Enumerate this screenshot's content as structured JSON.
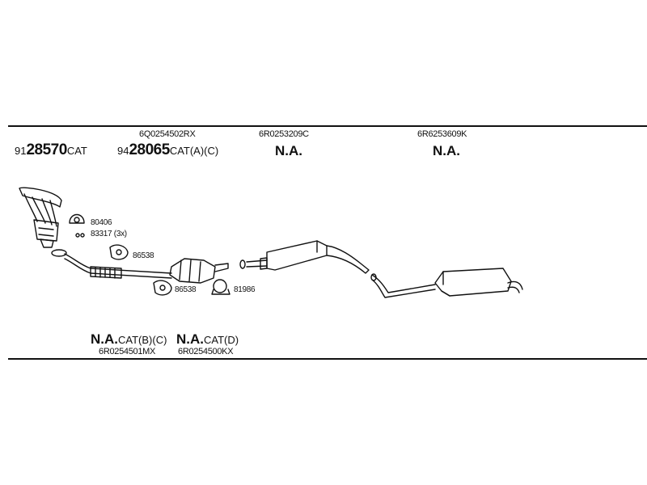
{
  "top_parts": {
    "front_pipe": "6Q0254502RX",
    "center_silencer": "6R0253209C",
    "rear_silencer": "6R6253609K"
  },
  "references": {
    "cat1": {
      "prefix": "91",
      "number": "28570",
      "suffix": "CAT"
    },
    "cat2": {
      "prefix": "94",
      "number": "28065",
      "suffix": "CAT(A)(C)"
    },
    "center_na": "N.A.",
    "rear_na": "N.A."
  },
  "small_parts": {
    "gasket_a": "80406",
    "nut": "83317 (3x)",
    "gasket_b": "86538",
    "gasket_c": "86538",
    "clamp": "81986"
  },
  "bottom_refs": {
    "left": {
      "na": "N.A.",
      "suffix": "CAT(B)(C)",
      "part": "6R0254501MX"
    },
    "right": {
      "na": "N.A.",
      "suffix": "CAT(D)",
      "part": "6R0254500KX"
    }
  },
  "colors": {
    "line": "#111111",
    "fill": "#ffffff"
  }
}
